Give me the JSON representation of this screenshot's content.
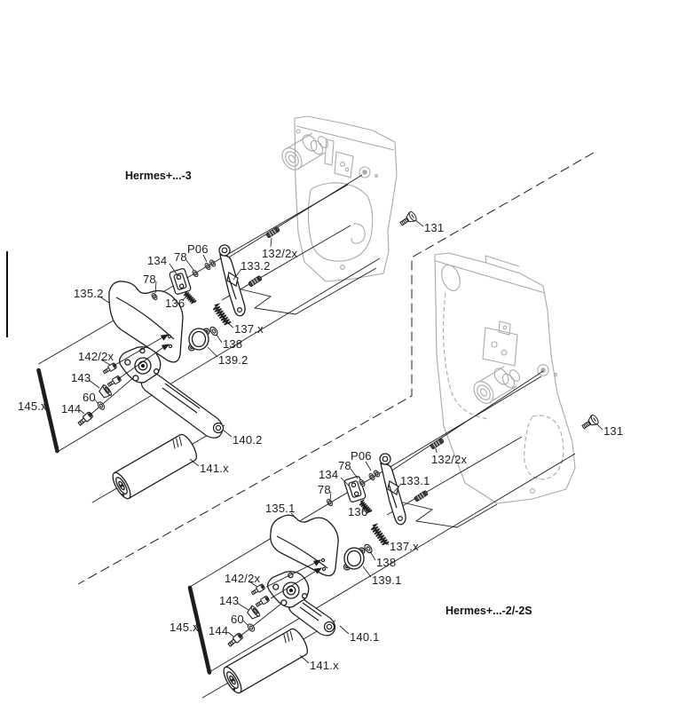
{
  "diagram_type": "exploded-parts-diagram",
  "colors": {
    "ink": "#1d1d1d",
    "frame_gray": "#a9a9a9",
    "background": "#ffffff"
  },
  "figures": [
    {
      "id": "hermes-3",
      "title": "Hermes+...-3",
      "labels": [
        "134",
        "78",
        "P06",
        "78",
        "136",
        "135.2",
        "132/2x",
        "133.2",
        "131",
        "137.x",
        "138",
        "139.2",
        "142/2x",
        "143",
        "60",
        "144",
        "145.x",
        "140.2",
        "141.x"
      ]
    },
    {
      "id": "hermes-2-2s",
      "title": "Hermes+...-2/-2S",
      "labels": [
        "134",
        "78",
        "P06",
        "78",
        "136",
        "135.1",
        "132/2x",
        "133.1",
        "131",
        "137.x",
        "138",
        "139.1",
        "142/2x",
        "143",
        "60",
        "144",
        "145.x",
        "140.1",
        "141.x"
      ]
    }
  ]
}
